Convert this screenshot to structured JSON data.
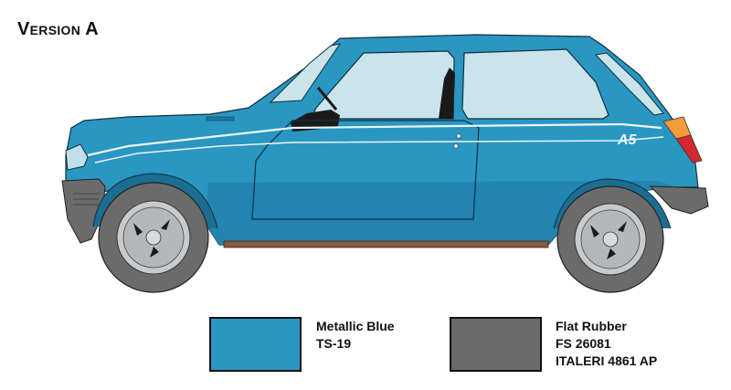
{
  "title": "Version A",
  "badge_text": "A5",
  "colors": {
    "body": "#2a96c2",
    "body_dark": "#1c7aa3",
    "glass": "#c9e4ea",
    "rubber": "#6b6b6b",
    "rim": "#c8cbcd",
    "rocker": "#8a5a3e",
    "tail_light_orange": "#f39c3a",
    "tail_light_red": "#d5272f"
  },
  "swatches": [
    {
      "color": "#2a96c2",
      "lines": [
        "Metallic Blue",
        "TS-19"
      ]
    },
    {
      "color": "#6b6b6b",
      "lines": [
        "Flat Rubber",
        "FS 26081",
        "ITALERI 4861 AP"
      ]
    }
  ]
}
